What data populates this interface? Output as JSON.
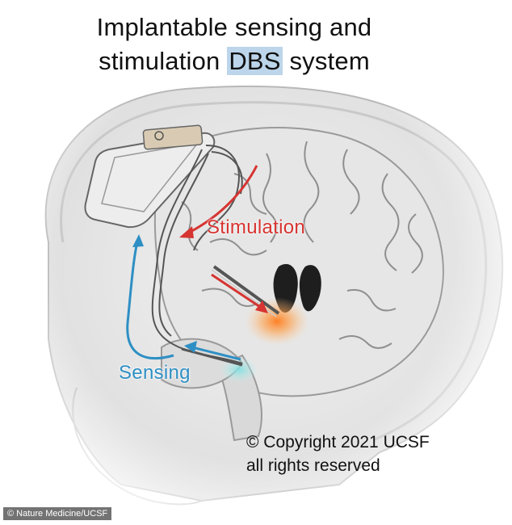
{
  "title_line1": "Implantable sensing and",
  "title_line2_pre": "stimulation ",
  "title_line2_highlight": "DBS",
  "title_line2_post": " system",
  "label_stimulation": "Stimulation",
  "label_sensing": "Sensing",
  "copyright_line1": "© Copyright 2021 UCSF",
  "copyright_line2": "all rights reserved",
  "image_credit": "© Nature Medicine/UCSF",
  "colors": {
    "stimulation": "#d63431",
    "sensing": "#2e8fc4",
    "highlight": "#bcd5ea"
  }
}
